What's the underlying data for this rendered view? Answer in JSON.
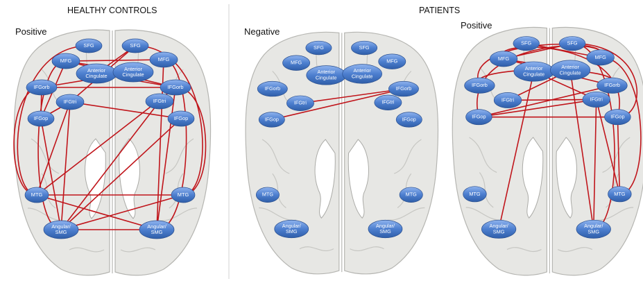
{
  "figure": {
    "group_labels": {
      "healthy": "HEALTHY CONTROLS",
      "patients": "PATIENTS"
    },
    "panel_labels": {
      "healthy_positive": "Positive",
      "patients_negative": "Negative",
      "patients_positive": "Positive"
    },
    "edge_color": "#c0141a",
    "node_color": "#4d7fcf"
  },
  "nodes": [
    {
      "id": "SFG_L",
      "text": [
        "SFG"
      ]
    },
    {
      "id": "SFG_R",
      "text": [
        "SFG"
      ]
    },
    {
      "id": "MFG_L",
      "text": [
        "MFG"
      ]
    },
    {
      "id": "MFG_R",
      "text": [
        "MFG"
      ]
    },
    {
      "id": "ACC_L",
      "text": [
        "Anterior",
        "Cingulate"
      ]
    },
    {
      "id": "ACC_R",
      "text": [
        "Anterior",
        "Cingulate"
      ]
    },
    {
      "id": "IFGorb_L",
      "text": [
        "IFGorb"
      ]
    },
    {
      "id": "IFGorb_R",
      "text": [
        "IFGorb"
      ]
    },
    {
      "id": "IFGtri_L",
      "text": [
        "IFGtri"
      ]
    },
    {
      "id": "IFGtri_R",
      "text": [
        "IFGtri"
      ]
    },
    {
      "id": "IFGop_L",
      "text": [
        "IFGop"
      ]
    },
    {
      "id": "IFGop_R",
      "text": [
        "IFGop"
      ]
    },
    {
      "id": "MTG_L",
      "text": [
        "MTG"
      ]
    },
    {
      "id": "MTG_R",
      "text": [
        "MTG"
      ]
    },
    {
      "id": "ANG_L",
      "text": [
        "Angular/",
        "SMG"
      ]
    },
    {
      "id": "ANG_R",
      "text": [
        "Angular/",
        "SMG"
      ]
    }
  ],
  "panels": [
    {
      "key": "healthy_positive",
      "edges": [
        [
          "MFG_L",
          "IFGorb_R"
        ],
        [
          "MFG_L",
          "MFG_R"
        ],
        [
          "MFG_L",
          "ACC_R"
        ],
        [
          "MFG_L",
          "IFGop_L"
        ],
        [
          "SFG_R",
          "ACC_L"
        ],
        [
          "SFG_R",
          "IFGtri_L"
        ],
        [
          "ACC_L",
          "IFGorb_R"
        ],
        [
          "ACC_R",
          "IFGorb_L"
        ],
        [
          "IFGorb_L",
          "IFGorb_R"
        ],
        [
          "IFGorb_L",
          "IFGop_L"
        ],
        [
          "IFGtri_L",
          "ANG_L"
        ],
        [
          "IFGtri_L",
          "MTG_L"
        ],
        [
          "IFGtri_L",
          "IFGop_R"
        ],
        [
          "IFGop_L",
          "IFGtri_L"
        ],
        [
          "IFGop_L",
          "ANG_L"
        ],
        [
          "IFGorb_R",
          "MTG_L"
        ],
        [
          "IFGtri_R",
          "ANG_L"
        ],
        [
          "IFGop_R",
          "ANG_L"
        ],
        [
          "MTG_L",
          "MTG_R"
        ],
        [
          "MTG_L",
          "ANG_R"
        ],
        [
          "MTG_R",
          "ANG_L"
        ],
        [
          "ANG_L",
          "ANG_R"
        ],
        [
          "IFGorb_R",
          "ANG_R"
        ],
        [
          "MFG_R",
          "ANG_R"
        ]
      ],
      "arcs": [
        [
          "IFGorb_L",
          "MTG_L",
          -1
        ],
        [
          "MFG_L",
          "ANG_L",
          -1
        ],
        [
          "SFG_L",
          "MTG_L",
          -1
        ],
        [
          "IFGorb_R",
          "MTG_R",
          1
        ],
        [
          "MFG_R",
          "ANG_R",
          1
        ],
        [
          "SFG_R",
          "MTG_R",
          1
        ]
      ]
    },
    {
      "key": "patients_negative",
      "edges": [
        [
          "IFGorb_R",
          "IFGtri_L"
        ],
        [
          "IFGorb_R",
          "IFGop_L"
        ]
      ],
      "arcs": []
    },
    {
      "key": "patients_positive",
      "edges": [
        [
          "MFG_L",
          "SFG_R"
        ],
        [
          "SFG_L",
          "MFG_R"
        ],
        [
          "MFG_L",
          "ACC_R"
        ],
        [
          "MFG_L",
          "IFGorb_R"
        ],
        [
          "ACC_L",
          "ACC_R"
        ],
        [
          "ACC_L",
          "IFGtri_R"
        ],
        [
          "ACC_R",
          "IFGtri_L"
        ],
        [
          "IFGop_L",
          "IFGop_R"
        ],
        [
          "IFGop_L",
          "IFGtri_R"
        ],
        [
          "IFGtri_L",
          "IFGtri_R"
        ],
        [
          "ACC_L",
          "ANG_L"
        ],
        [
          "ACC_R",
          "ANG_R"
        ],
        [
          "IFGtri_R",
          "ANG_R"
        ],
        [
          "IFGop_R",
          "MTG_R"
        ],
        [
          "IFGtri_R",
          "MTG_R"
        ],
        [
          "IFGop_L",
          "IFGorb_R"
        ]
      ],
      "arcs": [
        [
          "IFGorb_L",
          "IFGorb_R",
          -1
        ],
        [
          "MFG_L",
          "IFGop_R",
          -1
        ],
        [
          "IFGop_L",
          "MFG_R",
          -1
        ],
        [
          "IFGorb_L",
          "MFG_R",
          -1
        ],
        [
          "SFG_R",
          "IFGop_R",
          1
        ],
        [
          "MFG_R",
          "MTG_R",
          1
        ],
        [
          "SFG_R",
          "ANG_R",
          1
        ]
      ]
    }
  ]
}
